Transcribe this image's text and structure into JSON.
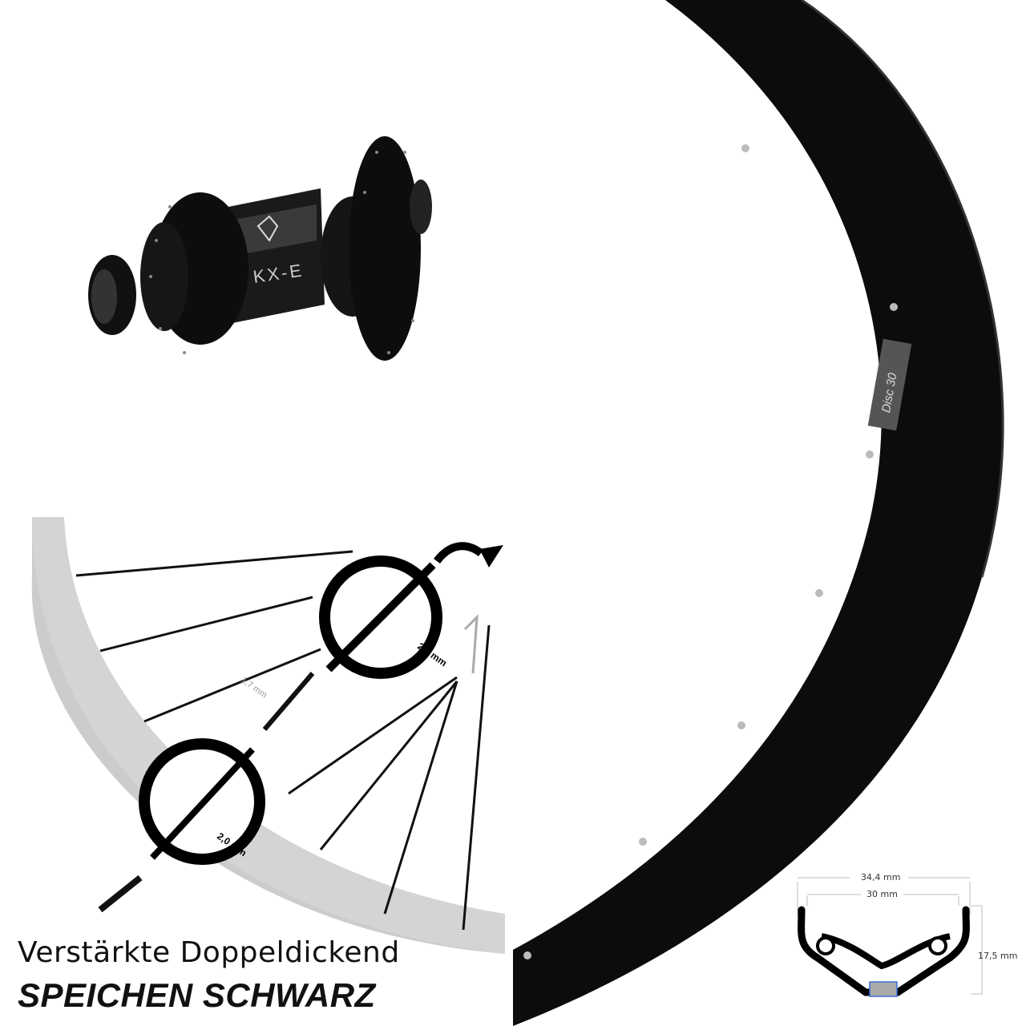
{
  "hub": {
    "brand_text": "KX-E"
  },
  "rim": {
    "label": "Disc 30"
  },
  "spoke_diagram": {
    "diameter_center": "1,7 mm",
    "diameter_top": "2,3 mm",
    "diameter_bottom": "2,0 mm"
  },
  "rim_profile": {
    "outer_width": "34,4 mm",
    "inner_width": "30 mm",
    "height": "17,5 mm",
    "accent_color": "#3a6fd8"
  },
  "caption": {
    "line1": "Verstärkte Doppeldickend",
    "line2": "SPEICHEN SCHWARZ"
  }
}
